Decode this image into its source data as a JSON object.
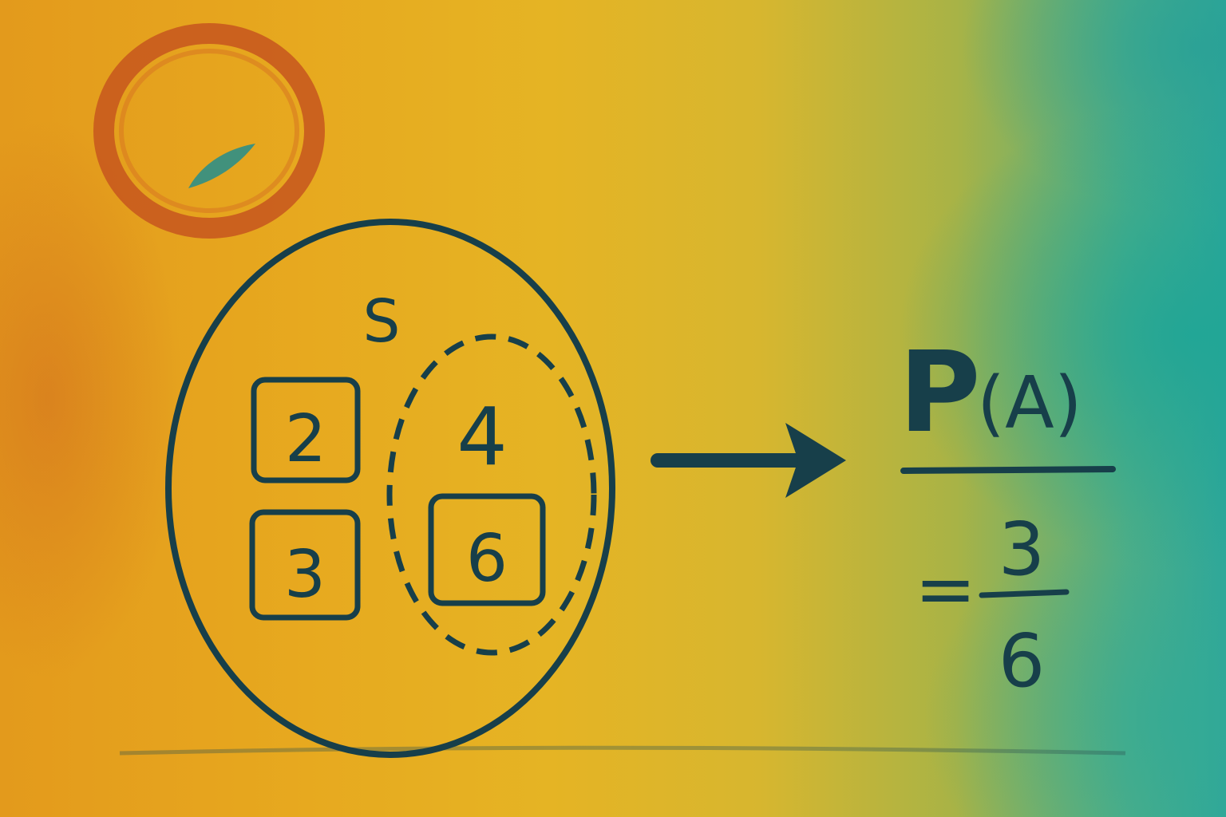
{
  "diagram": {
    "sample_space_label": "S",
    "outcomes": [
      {
        "value": "2",
        "boxed": true
      },
      {
        "value": "4",
        "boxed": false
      },
      {
        "value": "3",
        "boxed": true
      },
      {
        "value": "6",
        "boxed": true
      }
    ],
    "formula": {
      "p": "P",
      "event": "(A)",
      "equals": "=",
      "numerator": "3",
      "denominator": "6"
    },
    "colors": {
      "ink": "#173f4a",
      "accent_ring": "#c85a1e"
    }
  }
}
